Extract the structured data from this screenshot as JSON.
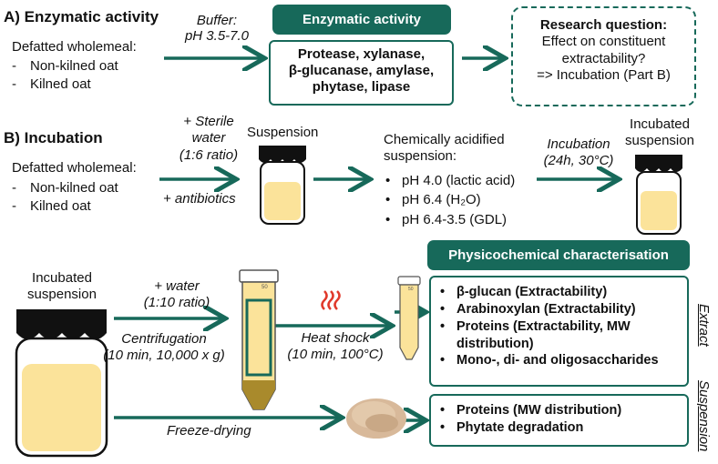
{
  "sectionA": {
    "title": "A) Enzymatic activity",
    "material_heading": "Defatted wholemeal:",
    "materials": [
      "Non-kilned oat",
      "Kilned oat"
    ],
    "buffer_line1": "Buffer:",
    "buffer_line2": "pH 3.5-7.0",
    "header": "Enzymatic activity",
    "enzymes_line1": "Protease, xylanase,",
    "enzymes_line2": "β-glucanase, amylase,",
    "enzymes_line3": "phytase, lipase",
    "rq_title": "Research question:",
    "rq_line1": "Effect on constituent",
    "rq_line2": "extractability?",
    "rq_line3": "=> Incubation (Part B)"
  },
  "sectionB": {
    "title": "B) Incubation",
    "material_heading": "Defatted wholemeal:",
    "materials": [
      "Non-kilned oat",
      "Kilned oat"
    ],
    "water_line1": "+ Sterile",
    "water_line2": "water",
    "water_line3": "(1:6 ratio)",
    "antibiotics": "+ antibiotics",
    "suspension_label": "Suspension",
    "acid_line1": "Chemically acidified",
    "acid_line2": "suspension:",
    "conditions": [
      "pH 4.0 (lactic acid)",
      "pH 6.4 (H₂O)",
      "pH 6.4-3.5 (GDL)"
    ],
    "incubation_line1": "Incubation",
    "incubation_line2": "(24h, 30°C)",
    "incubated_line1": "Incubated",
    "incubated_line2": "suspension"
  },
  "sectionC": {
    "incubated_line1": "Incubated",
    "incubated_line2": "suspension",
    "water_line1": "+ water",
    "water_line2": "(1:10 ratio)",
    "centri_line1": "Centrifugation",
    "centri_line2": "(10 min, 10,000 x g)",
    "tube_mark": "50",
    "tube_mark_small": "50",
    "heat_line1": "Heat shock",
    "heat_line2": "(10 min, 100°C)",
    "freeze": "Freeze-drying",
    "phys_header": "Physicochemical characterisation",
    "extract_items": [
      "β-glucan (Extractability)",
      "Arabinoxylan (Extractability)",
      "Proteins (Extractability, MW",
      "Mono-, di- and oligosaccharides"
    ],
    "extract_item3_cont": "distribution)",
    "suspension_items": [
      "Proteins (MW distribution)",
      "Phytate degradation"
    ],
    "extract_label": "Extract",
    "suspension_label": "Suspension"
  },
  "colors": {
    "accent": "#17695a",
    "jar_fill": "#fbe39a",
    "jar_lid": "#111111",
    "pellet": "#a98a2c",
    "powder": "#d8b99a",
    "heat": "#e0392b"
  },
  "icons": [
    "arrow-icon",
    "jar-icon",
    "tube-icon",
    "heat-icon",
    "powder-icon"
  ]
}
